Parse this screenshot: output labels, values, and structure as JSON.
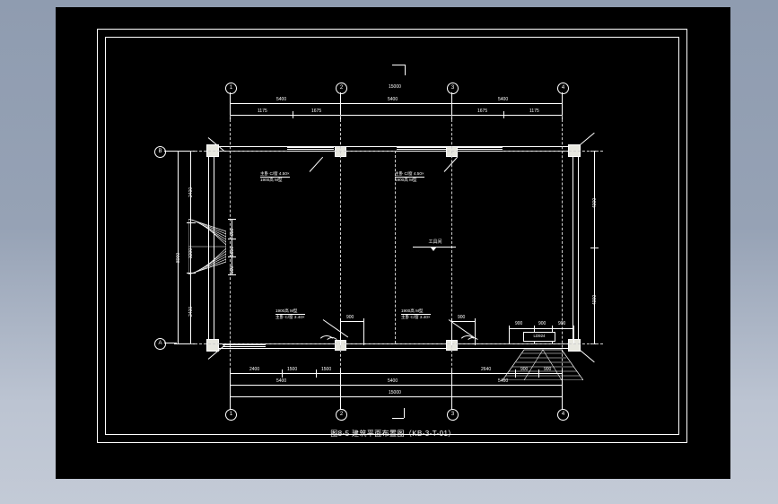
{
  "drawing": {
    "title": "图8-5  建筑平面布置图（KB-3-T-01）",
    "background_color": "#000000",
    "line_color": "#ffffff",
    "page_background": "#8f9cb0"
  },
  "grid": {
    "horizontal_bubbles_top": [
      "1",
      "2",
      "3",
      "4"
    ],
    "horizontal_bubbles_bottom": [
      "1",
      "2",
      "3",
      "4"
    ],
    "vertical_bubbles_left": [
      "B",
      "A"
    ]
  },
  "dimensions": {
    "top_overall": "15000",
    "top_chain_main": [
      "5400",
      "5400",
      "5400"
    ],
    "top_chain_sub": [
      "1175",
      "1675",
      "1675",
      "1175"
    ],
    "bottom_overall": "15000",
    "bottom_chain_main": [
      "5400",
      "5400",
      "5400"
    ],
    "bottom_chain_sub_left": [
      "2400",
      "1500",
      "1500"
    ],
    "bottom_chain_sub_right": [
      "2640",
      "900",
      "900"
    ],
    "left_overall": "8000",
    "left_chain": [
      "2400",
      "3200",
      "2400"
    ],
    "right_chain": [
      "4000",
      "4000"
    ],
    "left_inner": [
      "900",
      "1500",
      "900"
    ],
    "door_widths_bottom": [
      "900",
      "900",
      "900"
    ],
    "door_width_mid": [
      "900"
    ]
  },
  "annotations": {
    "note_top_left_line1": "主卧 C/窗 4.50×",
    "note_top_left_line2": "1900高 M型",
    "note_top_right_line1": "主卧 C/窗 4.50×",
    "note_top_right_line2": "1900高 M型",
    "note_bottom_left_line1": "1900高 M型",
    "note_bottom_left_line2": "主卧 C/窗 3.40×",
    "note_bottom_right_line1": "1900高 M型",
    "note_bottom_right_line2": "主卧 C/窗 3.40×",
    "center_room_label": "工具间",
    "ramp_label": "LD924"
  }
}
